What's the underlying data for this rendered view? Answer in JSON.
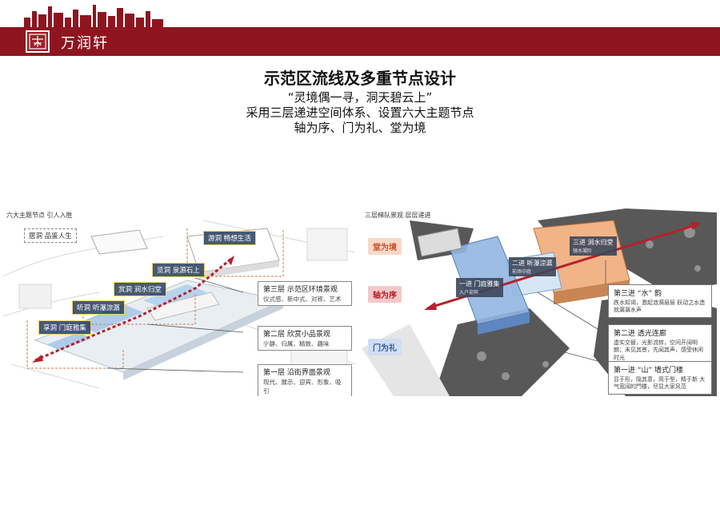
{
  "header": {
    "brand": "万润轩",
    "banner_color": "#8e1520"
  },
  "title": "示范区流线及多重节点设计",
  "subtitles": [
    "“灵境偶一寻，洞天碧云上”",
    "采用三层递进空间体系、设置六大主题节点",
    "轴为序、门为礼、堂为境"
  ],
  "left_panel": {
    "title": "六大主题节点  引人入胜",
    "nodes": [
      {
        "label": "居洞  品鉴人生"
      },
      {
        "label": "游洞  畅想生活"
      },
      {
        "label": "览洞  泉源石上"
      },
      {
        "label": "赏洞  涧水归堂"
      },
      {
        "label": "听洞  听瀑淙潺"
      },
      {
        "label": "享洞  门庭雅集"
      }
    ],
    "layers": [
      {
        "title": "第三层 示范区环境景观",
        "desc": "仪式感、新中式、对称、艺术"
      },
      {
        "title": "第二层 欣赏小品景观",
        "desc": "宁静、归属、精致、趣味"
      },
      {
        "title": "第一层 沿街界面景观",
        "desc": "现代、展示、迎宾、形象、吸引"
      }
    ]
  },
  "right_panel": {
    "title": "三层梯队景观  层层递进",
    "tags": {
      "tang": "堂为境",
      "zhou": "轴为序",
      "men": "门为礼"
    },
    "nodes": [
      {
        "label": "三进  涧水归堂",
        "sub": "镜水凝阶"
      },
      {
        "label": "二进  听瀑淙潺",
        "sub": "前场中庭"
      },
      {
        "label": "一进  门庭雅集",
        "sub": "入户迎宾"
      }
    ],
    "callouts": [
      {
        "title": "第三进 “水” 韵",
        "desc": "跌水知谒，激起涟漪层层  跃动之水造就潺潺水声"
      },
      {
        "title": "第二进 透光连廊",
        "desc": "虚实交替，光影流转，空间开阔明朗；未见其景，先闻其声，感受休闲时光"
      },
      {
        "title": "第一进 “山” 墙式门楼",
        "desc": "显于形，隐其意，简于型，精于新  大气宽阔的門楼，尽显大家风范"
      }
    ]
  }
}
